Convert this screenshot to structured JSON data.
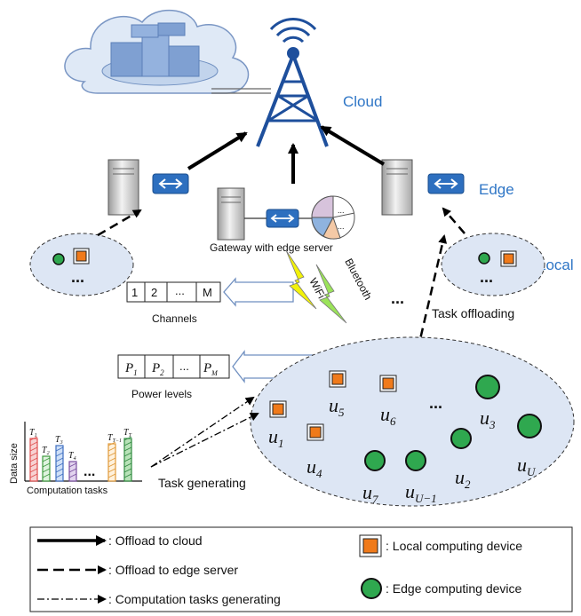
{
  "layers": {
    "cloud": "Cloud",
    "edge": "Edge",
    "local": "Local"
  },
  "gateway_label": "Gateway with edge server",
  "wireless": {
    "wifi": "WiFi",
    "bluetooth": "Bluetooth"
  },
  "task_offloading": "Task offloading",
  "channels": {
    "cells": [
      "1",
      "2",
      "...",
      "M"
    ],
    "label": "Channels"
  },
  "power_levels": {
    "cells": [
      {
        "base": "P",
        "sub": "1"
      },
      {
        "base": "P",
        "sub": "2"
      },
      {
        "base": "...",
        "sub": ""
      },
      {
        "base": "P",
        "sub": "M"
      }
    ],
    "label": "Power levels"
  },
  "tasks_chart": {
    "ylabel": "Data size",
    "xlabel": "Computation tasks",
    "bars": [
      {
        "base": "T",
        "sub": "1"
      },
      {
        "base": "T",
        "sub": "2"
      },
      {
        "base": "T",
        "sub": "3"
      },
      {
        "base": "T",
        "sub": "4"
      },
      {
        "base": "T",
        "sub": "T−1"
      },
      {
        "base": "T",
        "sub": "T"
      }
    ],
    "ellipsis": "..."
  },
  "task_generating": "Task generating",
  "ellipsis": "...",
  "users": [
    {
      "base": "u",
      "sub": "1",
      "kind": "local"
    },
    {
      "base": "u",
      "sub": "5",
      "kind": "local"
    },
    {
      "base": "u",
      "sub": "6",
      "kind": "local"
    },
    {
      "base": "u",
      "sub": "4",
      "kind": "local"
    },
    {
      "base": "u",
      "sub": "3",
      "kind": "edge"
    },
    {
      "base": "u",
      "sub": "U",
      "kind": "edge"
    },
    {
      "base": "u",
      "sub": "2",
      "kind": "edge"
    },
    {
      "base": "u",
      "sub": "7",
      "kind": "edge"
    },
    {
      "base": "u",
      "sub": "U−1",
      "kind": "edge"
    }
  ],
  "legend": {
    "cloud": ": Offload to cloud",
    "edge": ": Offload to edge server",
    "generating": ": Computation tasks generating",
    "local_device": ": Local computing device",
    "edge_device": ": Edge computing device"
  },
  "colors": {
    "accent": "#2f76c6",
    "local_device": "#f07a1a",
    "edge_device": "#2fa84f",
    "cluster_fill": "#dde6f4",
    "lightning": "#f2f20a"
  }
}
